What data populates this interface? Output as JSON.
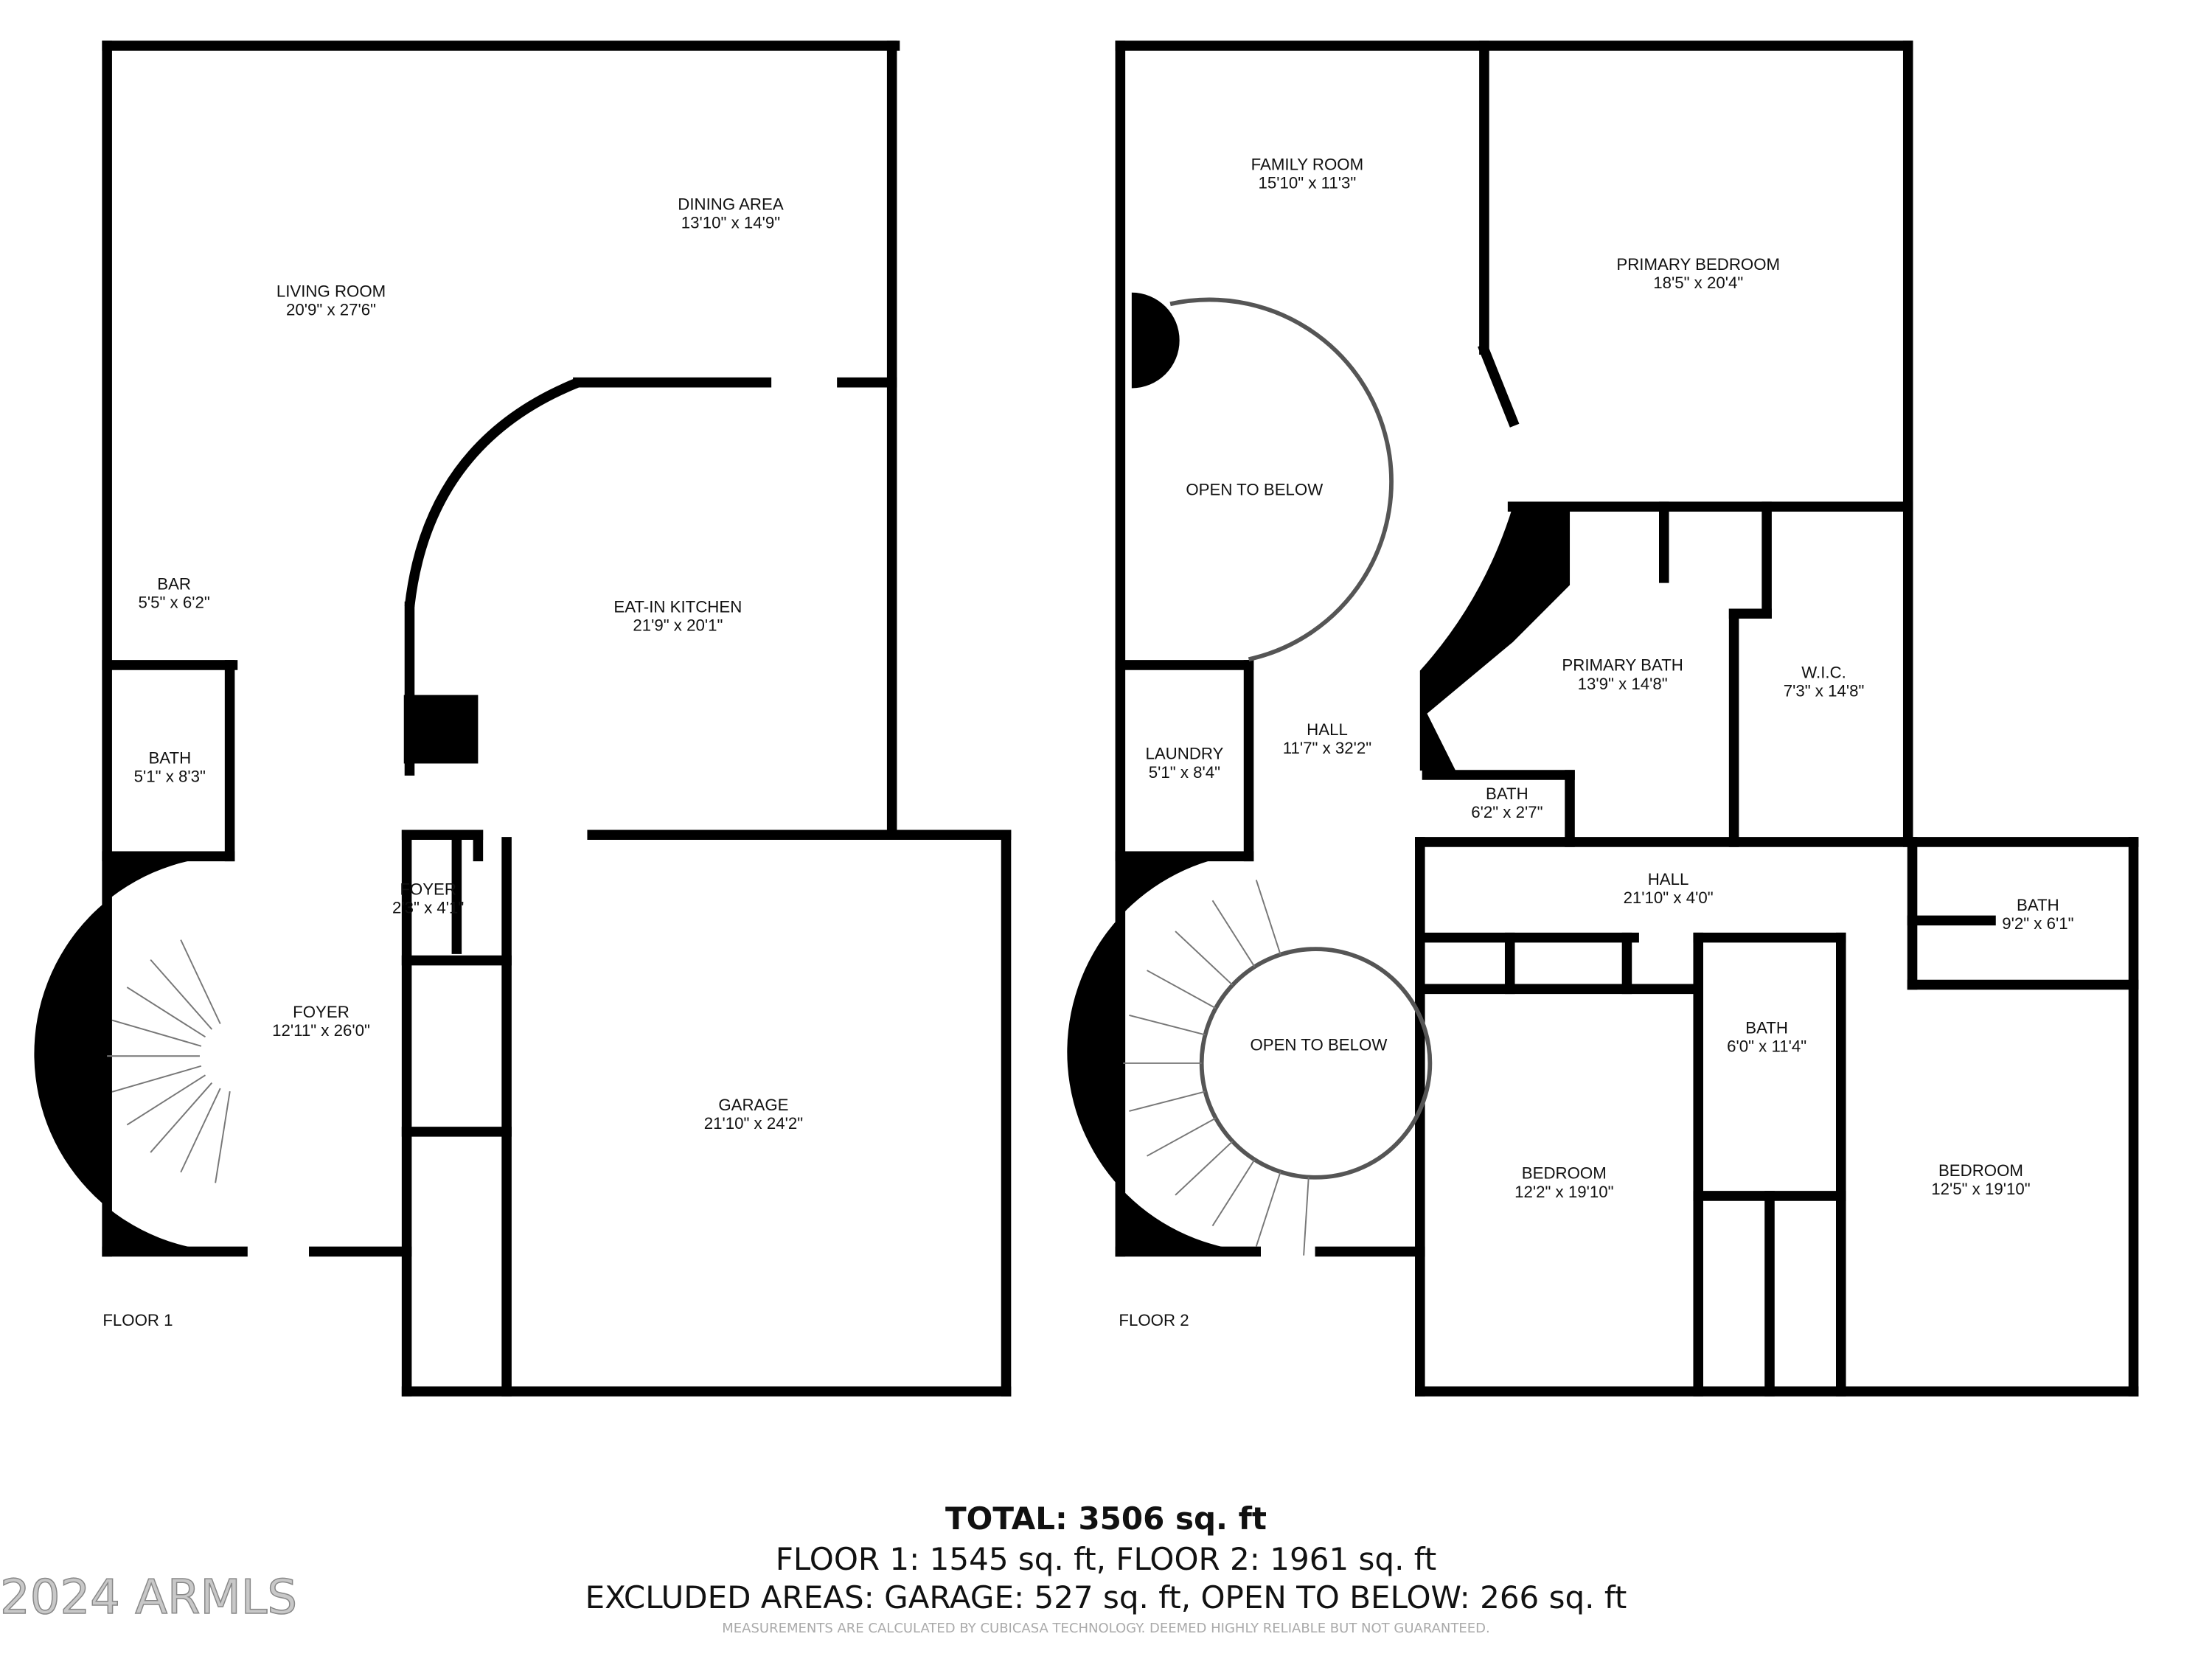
{
  "floor1": {
    "label": "FLOOR 1",
    "rooms": [
      {
        "name": "LIVING ROOM",
        "dims": "20'9\" x 27'6\""
      },
      {
        "name": "DINING AREA",
        "dims": "13'10\" x 14'9\""
      },
      {
        "name": "BAR",
        "dims": "5'5\" x 6'2\""
      },
      {
        "name": "EAT-IN KITCHEN",
        "dims": "21'9\" x 20'1\""
      },
      {
        "name": "BATH",
        "dims": "5'1\" x 8'3\""
      },
      {
        "name": "FOYER",
        "dims": "2'3\" x 4'1\""
      },
      {
        "name": "FOYER",
        "dims": "12'11\" x 26'0\""
      },
      {
        "name": "GARAGE",
        "dims": "21'10\" x 24'2\""
      }
    ]
  },
  "floor2": {
    "label": "FLOOR 2",
    "rooms": [
      {
        "name": "FAMILY ROOM",
        "dims": "15'10\" x 11'3\""
      },
      {
        "name": "PRIMARY BEDROOM",
        "dims": "18'5\" x 20'4\""
      },
      {
        "name": "OPEN TO BELOW",
        "dims": ""
      },
      {
        "name": "PRIMARY BATH",
        "dims": "13'9\" x 14'8\""
      },
      {
        "name": "W.I.C.",
        "dims": "7'3\" x 14'8\""
      },
      {
        "name": "HALL",
        "dims": "11'7\" x 32'2\""
      },
      {
        "name": "LAUNDRY",
        "dims": "5'1\" x 8'4\""
      },
      {
        "name": "BATH",
        "dims": "6'2\" x 2'7\""
      },
      {
        "name": "HALL",
        "dims": "21'10\" x 4'0\""
      },
      {
        "name": "BATH",
        "dims": "9'2\" x 6'1\""
      },
      {
        "name": "BATH",
        "dims": "6'0\" x 11'4\""
      },
      {
        "name": "OPEN TO BELOW",
        "dims": ""
      },
      {
        "name": "BEDROOM",
        "dims": "12'2\" x 19'10\""
      },
      {
        "name": "BEDROOM",
        "dims": "12'5\" x 19'10\""
      }
    ]
  },
  "footer": {
    "total": "TOTAL: 3506 sq. ft",
    "floors": "FLOOR 1: 1545 sq. ft, FLOOR 2: 1961 sq. ft",
    "excluded": "EXCLUDED AREAS: GARAGE: 527 sq. ft, OPEN TO BELOW: 266 sq. ft",
    "disclaimer": "MEASUREMENTS ARE CALCULATED BY CUBICASA TECHNOLOGY. DEEMED HIGHLY RELIABLE BUT NOT GUARANTEED.",
    "watermark": "2024 ARMLS"
  },
  "colors": {
    "wall": "#000000",
    "background": "#ffffff"
  }
}
